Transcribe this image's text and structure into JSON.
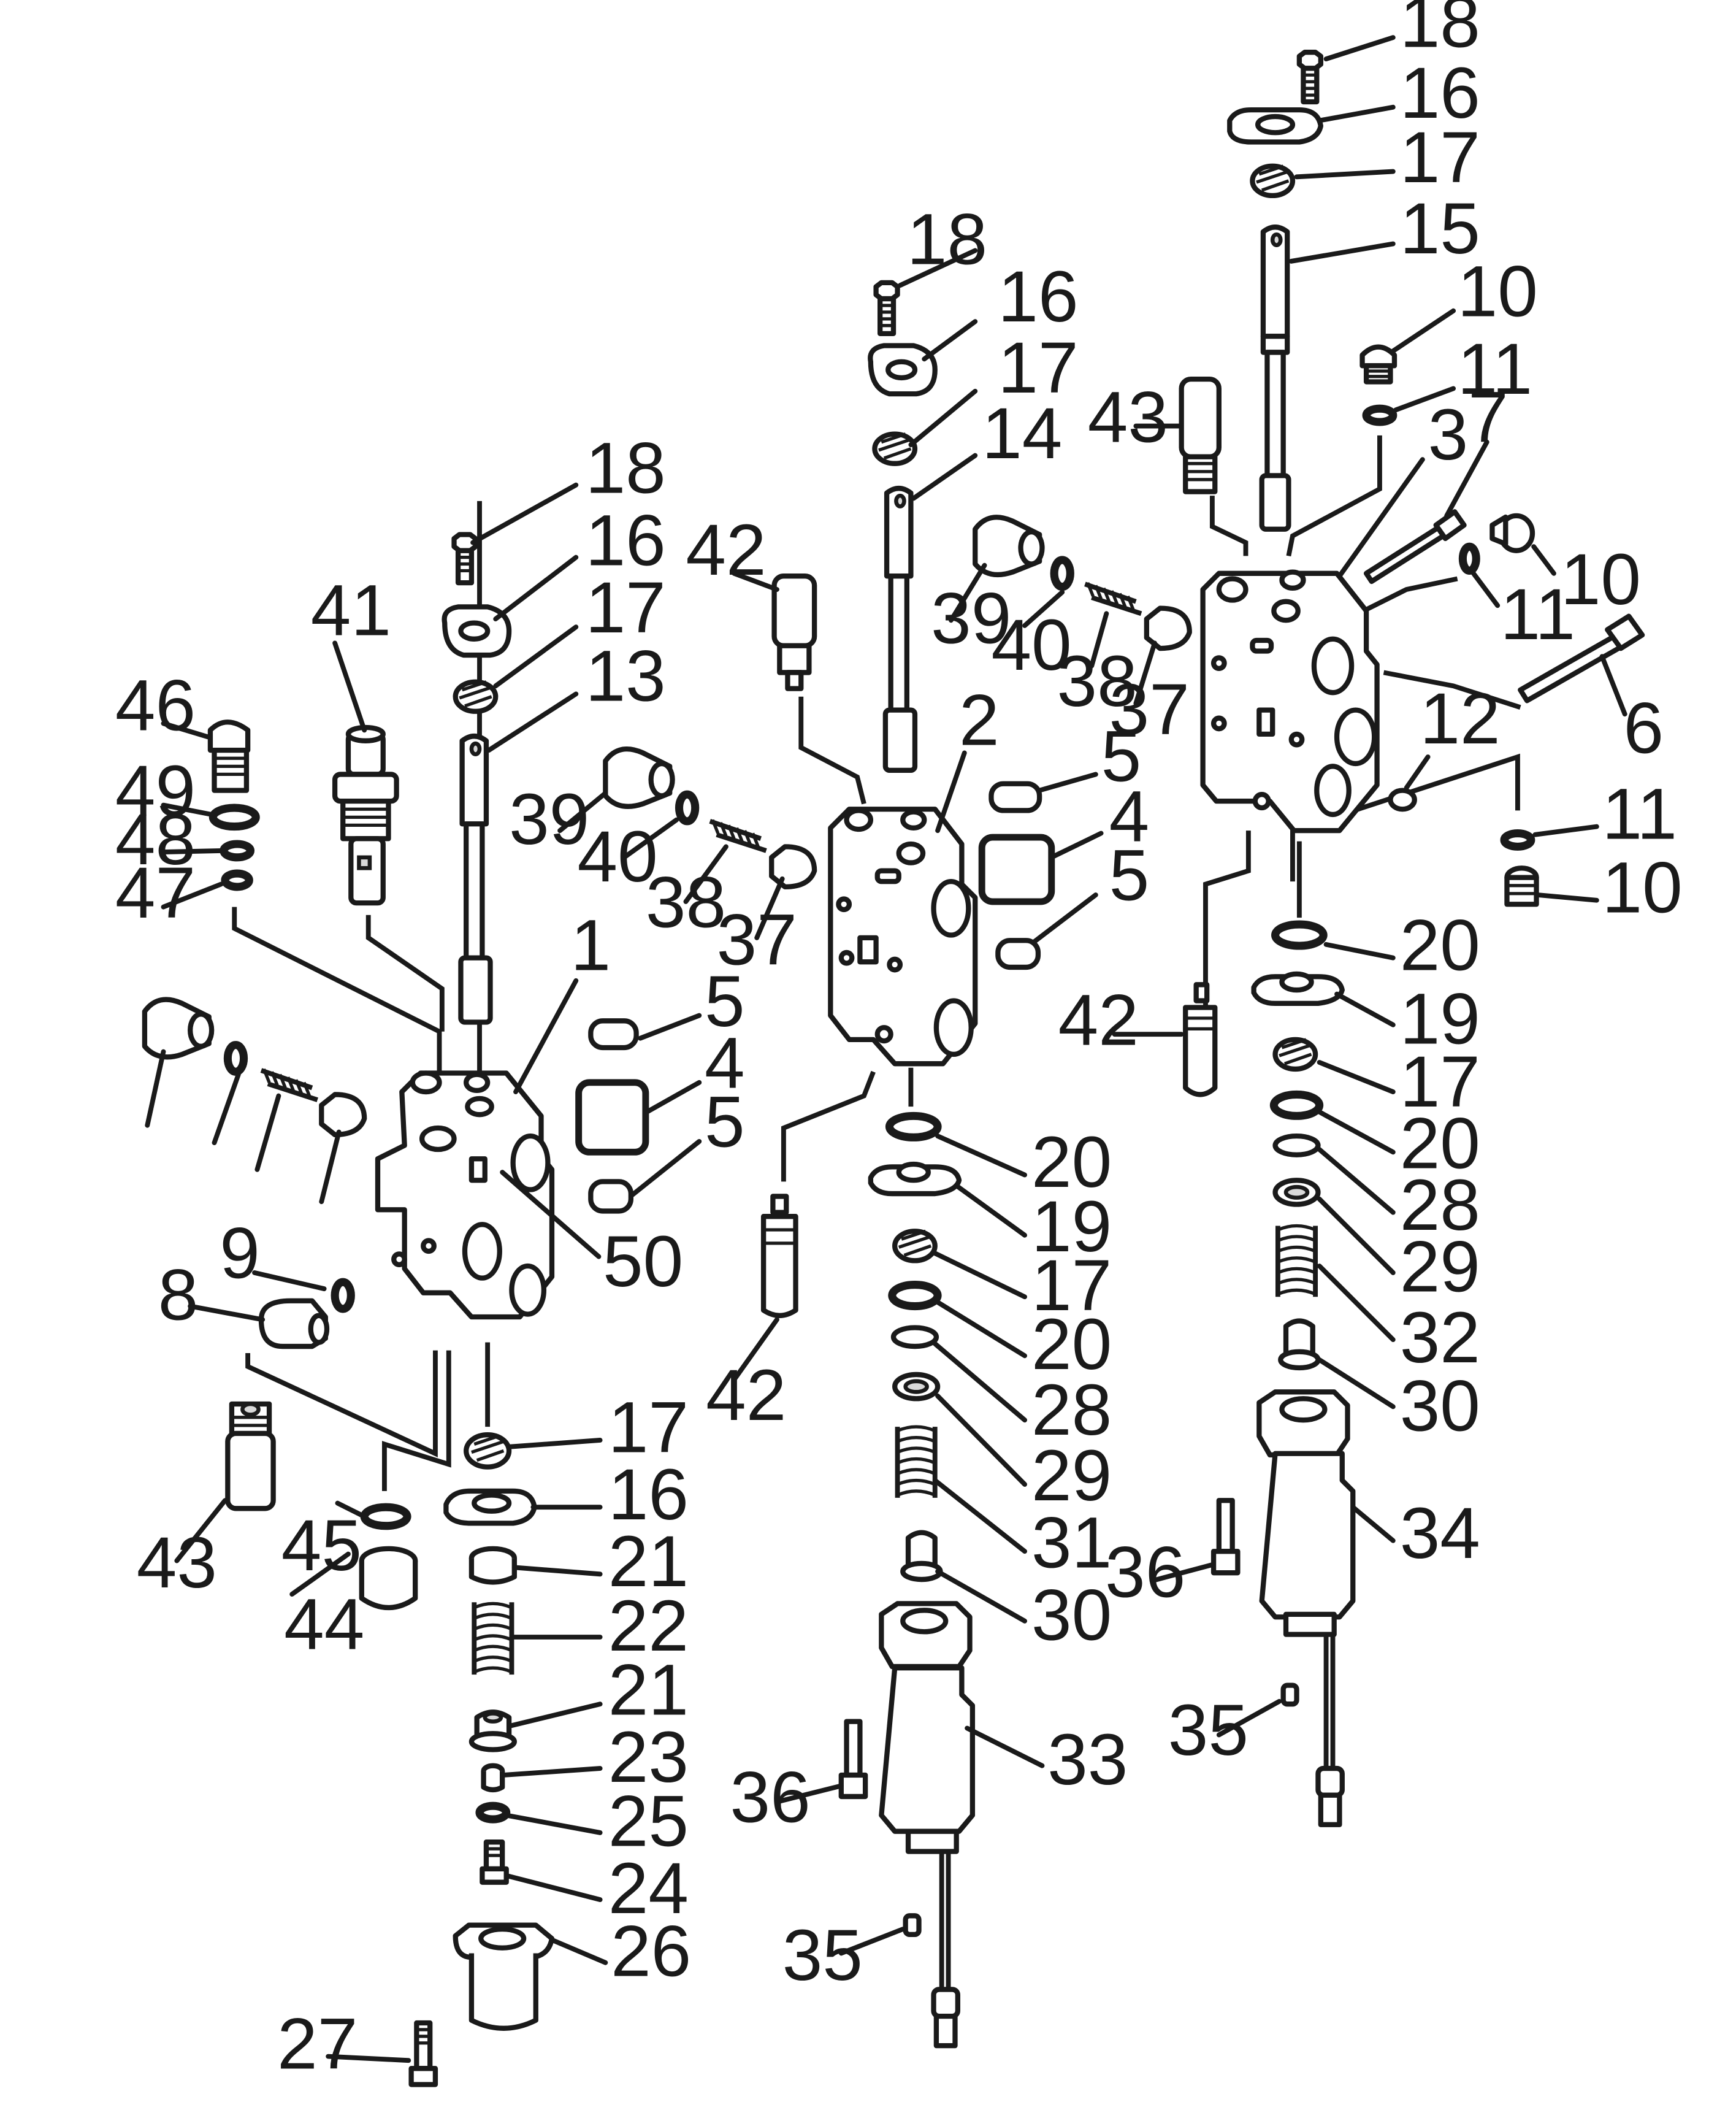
{
  "diagram": {
    "part_labels": [
      "18",
      "16",
      "17",
      "15",
      "10",
      "11",
      "43",
      "3",
      "7",
      "10",
      "11",
      "6",
      "12",
      "11",
      "10",
      "18",
      "16",
      "17",
      "14",
      "42",
      "39",
      "40",
      "38",
      "37",
      "2",
      "5",
      "4",
      "5",
      "18",
      "16",
      "17",
      "13",
      "41",
      "46",
      "49",
      "48",
      "47",
      "39",
      "40",
      "38",
      "37",
      "1",
      "5",
      "4",
      "5",
      "50",
      "9",
      "8",
      "43",
      "45",
      "44",
      "17",
      "16",
      "21",
      "22",
      "21",
      "23",
      "25",
      "24",
      "26",
      "27",
      "20",
      "19",
      "17",
      "20",
      "28",
      "29",
      "31",
      "30",
      "33",
      "36",
      "35",
      "42",
      "42",
      "20",
      "19",
      "17",
      "20",
      "28",
      "29",
      "32",
      "30",
      "34",
      "36",
      "35"
    ]
  }
}
